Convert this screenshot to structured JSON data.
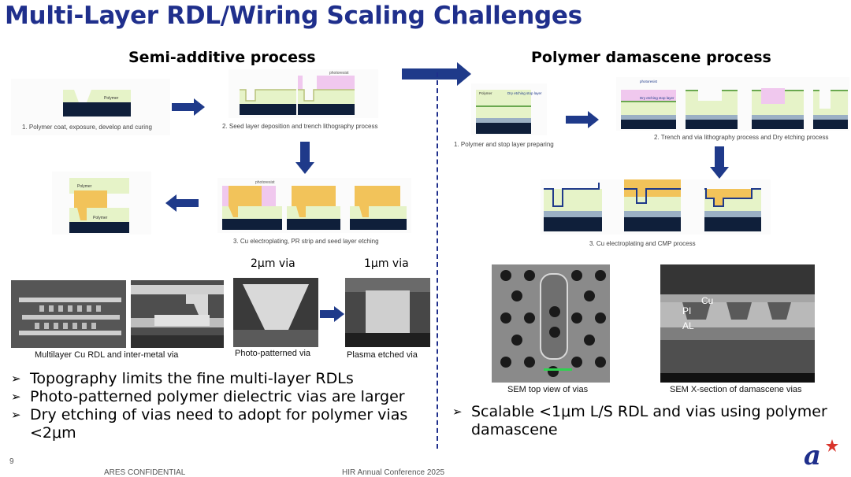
{
  "slide": {
    "title": "Multi-Layer RDL/Wiring Scaling Challenges",
    "page_number": "9",
    "footer_left": "ARES CONFIDENTIAL",
    "footer_center": "HIR Annual Conference 2025",
    "logo_glyph": "a"
  },
  "left": {
    "heading": "Semi-additive process",
    "steps": [
      "1.  Polymer coat, exposure, develop and curing",
      "2.  Seed layer deposition and trench lithography process",
      "3.  Cu electroplating, PR strip and seed layer etching"
    ],
    "diagram_labels": {
      "polymer": "Polymer",
      "photoresist": "photoresist"
    },
    "via_titles": [
      "2μm via",
      "1μm via"
    ],
    "image_captions": [
      "Multilayer Cu RDL and inter-metal via",
      "Photo-patterned via",
      "Plasma etched via"
    ],
    "bullets": [
      "Topography limits the fine multi-layer RDLs",
      "Photo-patterned polymer dielectric vias are larger",
      "Dry etching of vias need to adopt for polymer vias <2μm"
    ]
  },
  "right": {
    "heading": "Polymer damascene process",
    "steps": [
      "1.  Polymer and stop layer preparing",
      "2.  Trench  and via  lithography process and Dry etching process",
      "3.  Cu electroplating and CMP process"
    ],
    "diagram_labels": {
      "polymer": "Polymer",
      "stop_layer": "Dry etching stop layer",
      "photoresist": "photoresist"
    },
    "image_captions": [
      "SEM top view of vias",
      "SEM X-section of damascene vias"
    ],
    "sem_labels": [
      "Cu",
      "PI",
      "AL"
    ],
    "bullets": [
      "Scalable <1μm L/S RDL and vias using polymer damascene"
    ]
  },
  "colors": {
    "title": "#1f2f8c",
    "arrow": "#1f3a8a",
    "polymer": "#e6f3c8",
    "substrate": "#0f1f3a",
    "copper": "#f2c35a",
    "photoresist": "#f0c8ee"
  }
}
